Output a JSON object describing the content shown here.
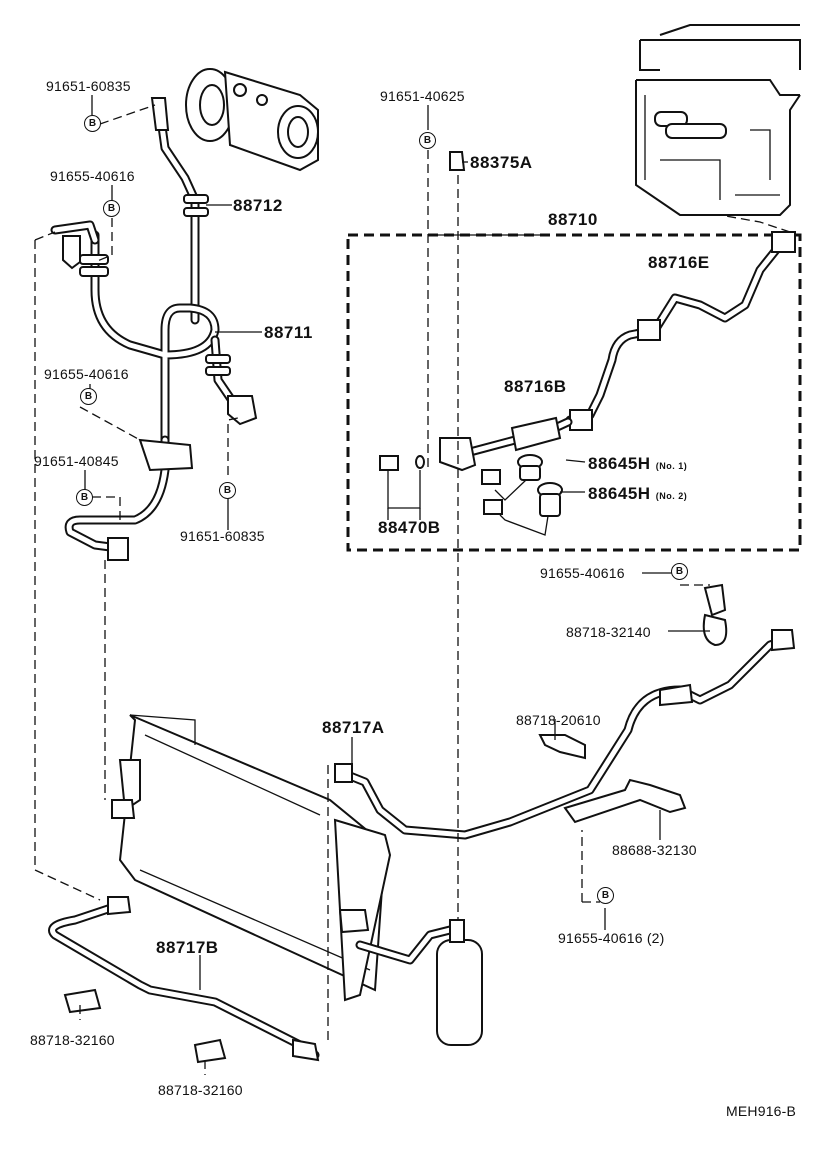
{
  "labels": {
    "bolt_91651_60835_top": "91651-60835",
    "compressor_hose_88712": "88712",
    "bolt_91655_40616_a": "91655-40616",
    "discharge_hose_88711": "88711",
    "bolt_91655_40616_b": "91655-40616",
    "bolt_91651_40845": "91651-40845",
    "bolt_91651_60835_bottom": "91651-60835",
    "bolt_91651_40625": "91651-40625",
    "cap_88375A": "88375A",
    "tube_assy_88710": "88710",
    "hose_88716E": "88716E",
    "hose_88716B": "88716B",
    "switch_88645H_1": "88645H",
    "switch_88645H_1_note": "(No. 1)",
    "switch_88645H_2": "88645H",
    "switch_88645H_2_note": "(No. 2)",
    "valve_88470B": "88470B",
    "bolt_91655_40616_c": "91655-40616",
    "clamp_88718_32140": "88718-32140",
    "clamp_88718_20610": "88718-20610",
    "tube_88717A": "88717A",
    "bracket_88688_32130": "88688-32130",
    "bolt_91655_40616_d": "91655-40616 (2)",
    "tube_88717B": "88717B",
    "clamp_88718_32160_left": "88718-32160",
    "clamp_88718_32160_right": "88718-32160",
    "figure_code": "MEH916-B"
  },
  "bolt_marker": "B",
  "colors": {
    "ink": "#111111",
    "paper": "#ffffff"
  }
}
